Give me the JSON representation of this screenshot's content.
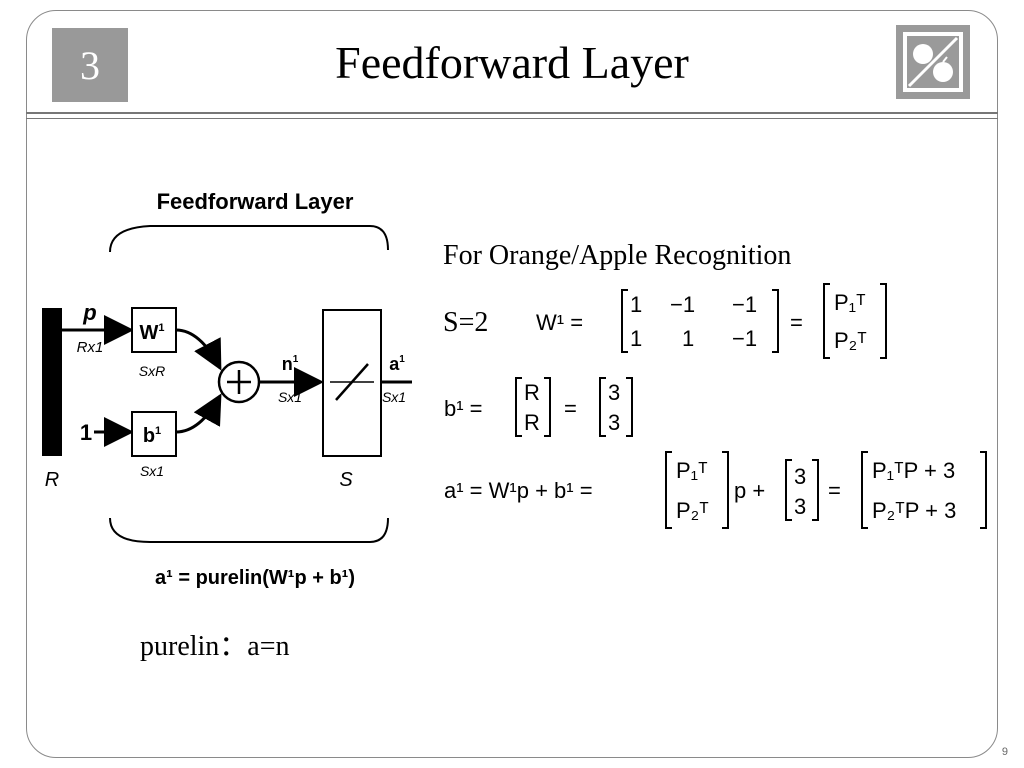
{
  "slide": {
    "chapter": "3",
    "title": "Feedforward Layer",
    "page_number": "9"
  },
  "diagram": {
    "heading": "Feedforward Layer",
    "input_label": "p",
    "input_dim": "Rx1",
    "input_bar_label": "R",
    "weight": "W",
    "weight_sup": "1",
    "weight_dim": "SxR",
    "bias_input": "1",
    "bias": "b",
    "bias_sup": "1",
    "bias_dim": "Sx1",
    "net_label": "n",
    "net_sup": "1",
    "net_dim": "Sx1",
    "output_label": "a",
    "output_sup": "1",
    "output_dim": "Sx1",
    "layer_label": "S",
    "equation": "a¹ = purelin(W¹p + b¹)"
  },
  "text": {
    "recognition": "For Orange/Apple Recognition",
    "s_value": "S=2",
    "purelin": "purelin：a=n"
  }
}
